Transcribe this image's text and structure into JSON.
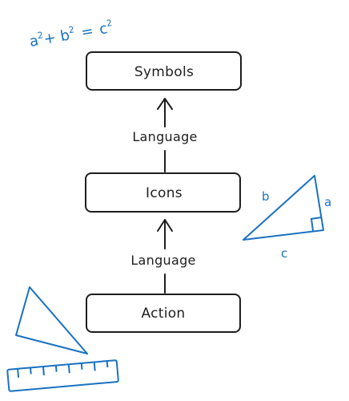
{
  "formula": {
    "a": "a",
    "a_exp": "2",
    "plus": "+",
    "b": "b",
    "b_exp": "2",
    "equals": "=",
    "c": "c",
    "c_exp": "2"
  },
  "nodes": {
    "symbols": "Symbols",
    "icons": "Icons",
    "action": "Action"
  },
  "edges": {
    "upper": "Language",
    "lower": "Language"
  },
  "triangle_labels": {
    "hypotenuse": "b",
    "side": "a",
    "base": "c"
  },
  "colors": {
    "ink": "#1e1e1e",
    "accent": "#1971c2"
  }
}
